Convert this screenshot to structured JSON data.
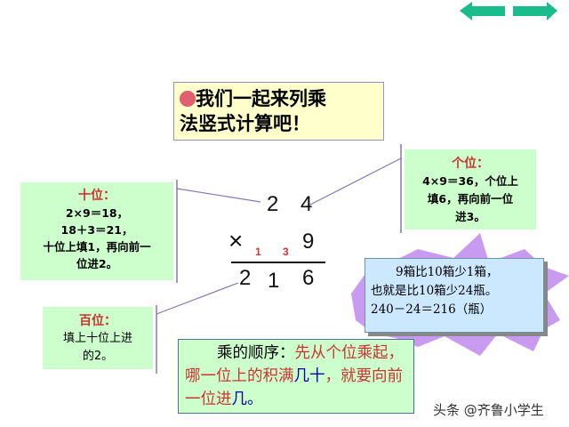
{
  "nav": {
    "prev_icon": "arrow-left-icon",
    "next_icon": "arrow-right-icon",
    "color": "#1abc8c"
  },
  "title_box": {
    "line1": "我们一起来列乘",
    "line2": "法竖式计算吧！",
    "bullet_color": "#e06070"
  },
  "tens_box": {
    "title": "十位：",
    "lines": [
      "2×9＝18，",
      "18＋3＝21，",
      "十位上填1，再向前一",
      "位进2。"
    ]
  },
  "hundreds_box": {
    "title": "百位：",
    "lines": [
      "填上十位上进",
      "的2。"
    ]
  },
  "ones_box": {
    "title": "个位：",
    "lines": [
      "4×9＝36，个位上",
      "填6，再向前一位",
      "进3。"
    ]
  },
  "calc": {
    "top": [
      "2",
      "4"
    ],
    "times": "×",
    "carries": [
      "1",
      "3"
    ],
    "multiplier": "9",
    "result": [
      "2",
      "1",
      "6"
    ]
  },
  "hint_box": {
    "lines": [
      "9箱比10箱少1箱，",
      "也就是比10箱少24瓶。",
      "240－24＝216（瓶）"
    ]
  },
  "rule_box": {
    "label": "乘的顺序：",
    "red1": "先从个位乘起，哪一位上的积满",
    "blue1": "几十",
    "red2": "，就要向前一位进",
    "blue2": "几",
    "end": "。"
  },
  "watermark": "头条 @齐鲁小学生"
}
